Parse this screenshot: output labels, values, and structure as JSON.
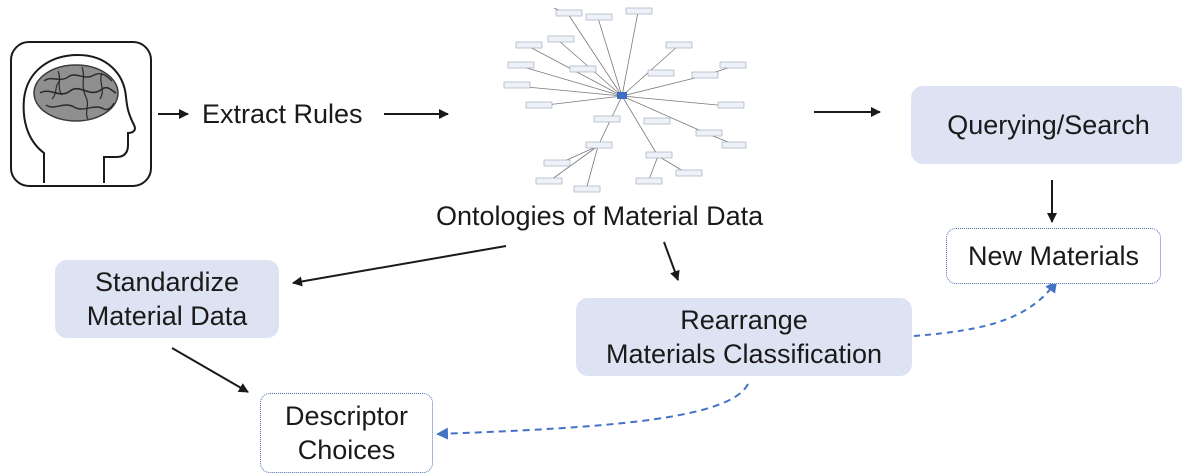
{
  "diagram": {
    "extract_rules": "Extract Rules",
    "ontology_caption": "Ontologies of Material Data",
    "querying_search": "Querying/Search",
    "new_materials": "New Materials",
    "standardize": {
      "line1": "Standardize",
      "line2": "Material Data"
    },
    "rearrange": {
      "line1": "Rearrange",
      "line2": "Materials Classification"
    },
    "descriptor": {
      "line1": "Descriptor",
      "line2": "Choices"
    }
  },
  "colors": {
    "filled_box": "#dde3f2",
    "dashed_arrow": "#4472c4",
    "solid_arrow": "#1a1a1a"
  },
  "icons": {
    "head": "human-head-with-brain-icon",
    "ontology_graph": "ontology-network-graph-icon"
  }
}
